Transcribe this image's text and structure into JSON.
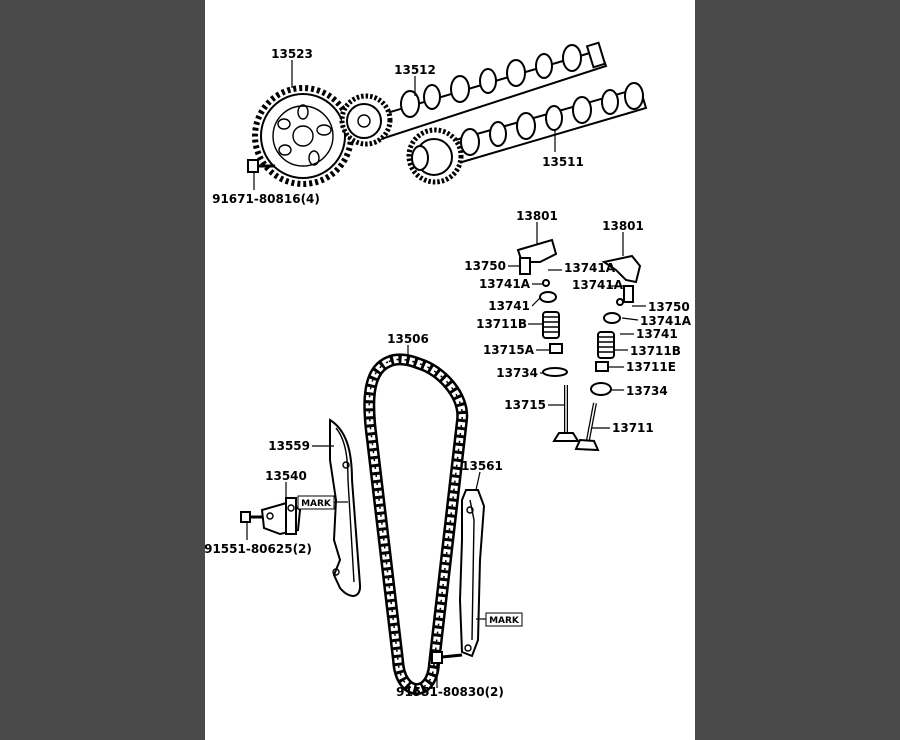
{
  "labels": {
    "l13523": "13523",
    "l91671": "91671-80816(4)",
    "l13512": "13512",
    "l13511": "13511",
    "l13801a": "13801",
    "l13801b": "13801",
    "l13750a": "13750",
    "l13741Aa": "13741A",
    "l13741Ab": "13741A",
    "l13741Ac": "13741A",
    "l13741a": "13741",
    "l13750b": "13750",
    "l13741Ad": "13741A",
    "l13711Ba": "13711B",
    "l13741b": "13741",
    "l13715A": "13715A",
    "l13711Bb": "13711B",
    "l13734a": "13734",
    "l13711E": "13711E",
    "l13715": "13715",
    "l13734b": "13734",
    "l13711": "13711",
    "l13506": "13506",
    "l13559": "13559",
    "l13540": "13540",
    "l91551a": "91551-80625(2)",
    "l13561": "13561",
    "l91551b": "91551-80830(2)",
    "mark1": "MARK",
    "mark2": "MARK"
  },
  "icons": {
    "sprocket": "camshaft-timing-sprocket-icon",
    "chain": "timing-chain-icon"
  }
}
